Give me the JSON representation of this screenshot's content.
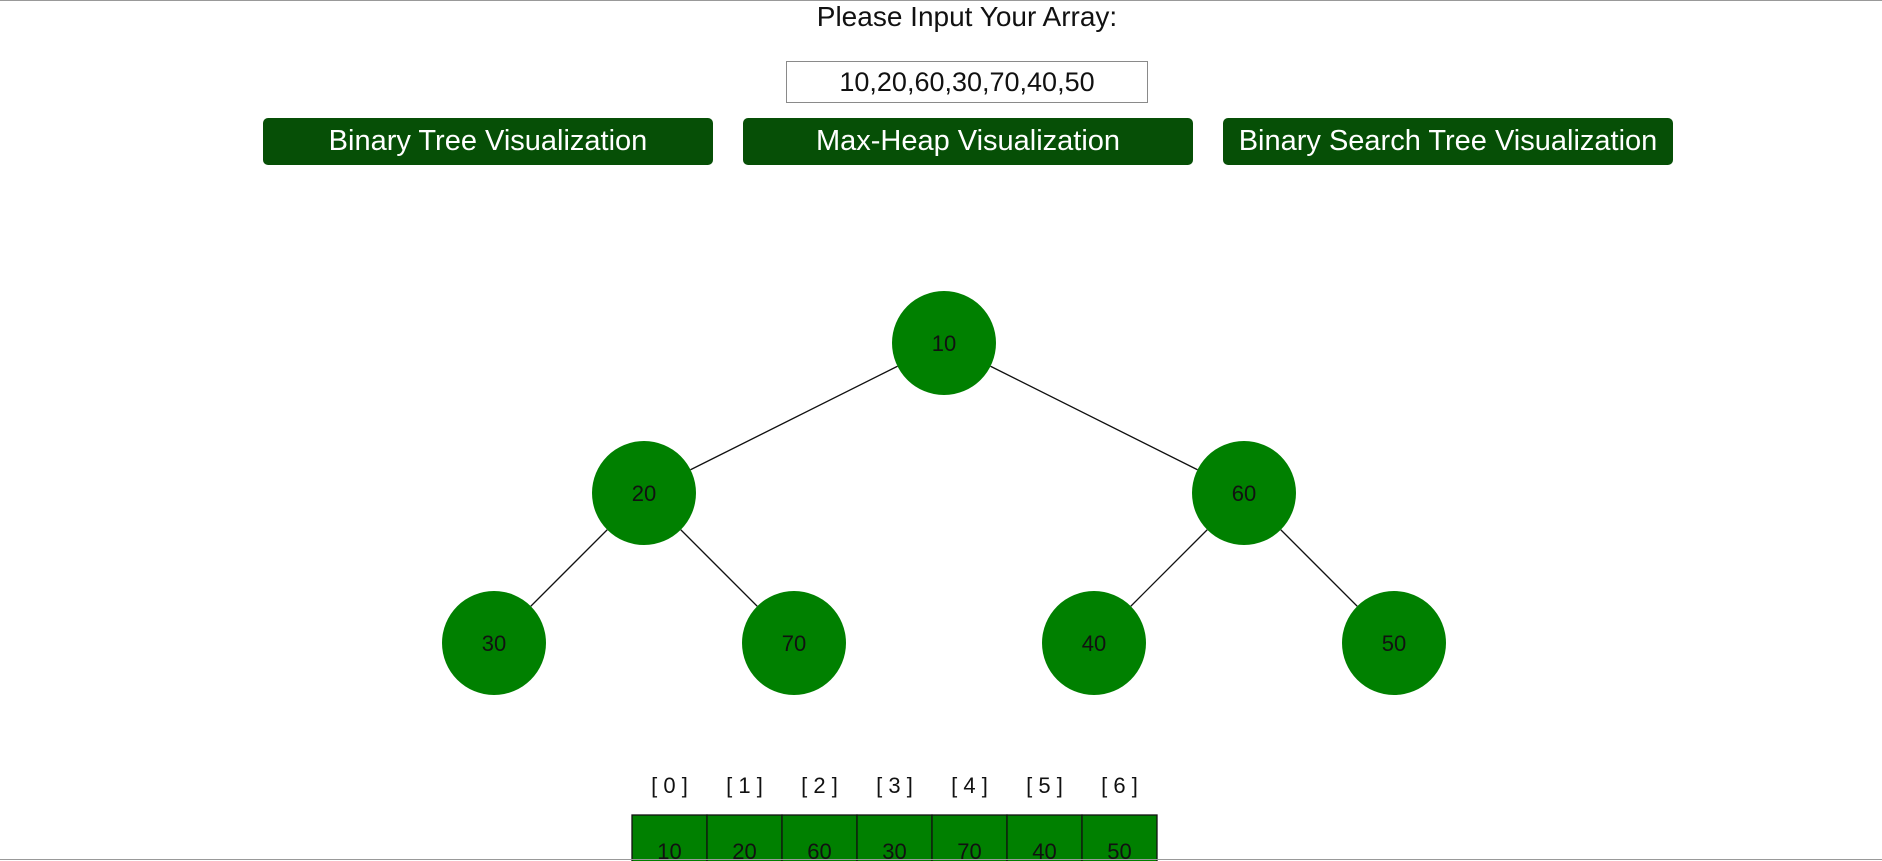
{
  "prompt": "Please Input Your Array:",
  "input": {
    "value": "10,20,60,30,70,40,50"
  },
  "buttons": {
    "binary_tree": "Binary Tree Visualization",
    "max_heap": "Max-Heap Visualization",
    "bst": "Binary Search Tree Visualization"
  },
  "tree": {
    "nodes": [
      "10",
      "20",
      "60",
      "30",
      "70",
      "40",
      "50"
    ]
  },
  "array": {
    "indices": [
      "[ 0 ]",
      "[ 1 ]",
      "[ 2 ]",
      "[ 3 ]",
      "[ 4 ]",
      "[ 5 ]",
      "[ 6 ]"
    ],
    "values": [
      "10",
      "20",
      "60",
      "30",
      "70",
      "40",
      "50"
    ]
  },
  "colors": {
    "node_fill": "#008000",
    "button_bg": "#064f06",
    "cell_fill": "#008000"
  }
}
